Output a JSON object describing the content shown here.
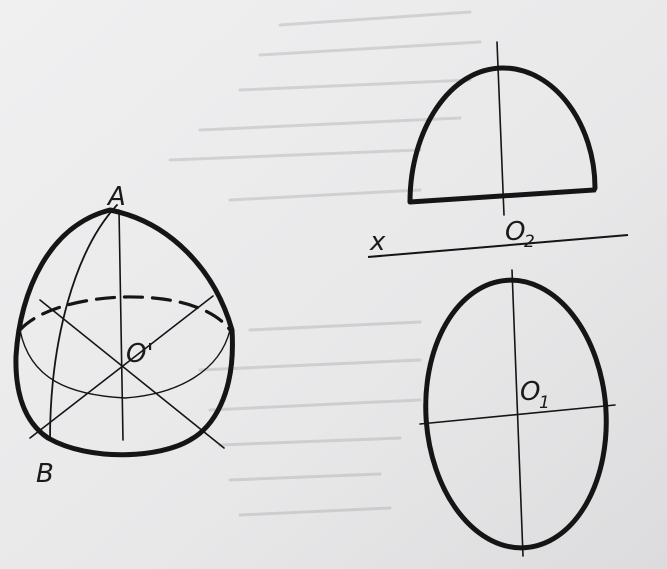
{
  "figure": {
    "background": "#e9e9ea",
    "ink_color": "#151515",
    "bleed_text_color": "#9a9a9a",
    "point_labels": {
      "top_point": "A",
      "bottom_point": "B",
      "center_axonometric": "O'",
      "center_front_view": "O",
      "center_front_view_subscript": "2",
      "center_top_view": "O",
      "center_top_view_subscript": "1",
      "projection_axis": "x"
    }
  }
}
